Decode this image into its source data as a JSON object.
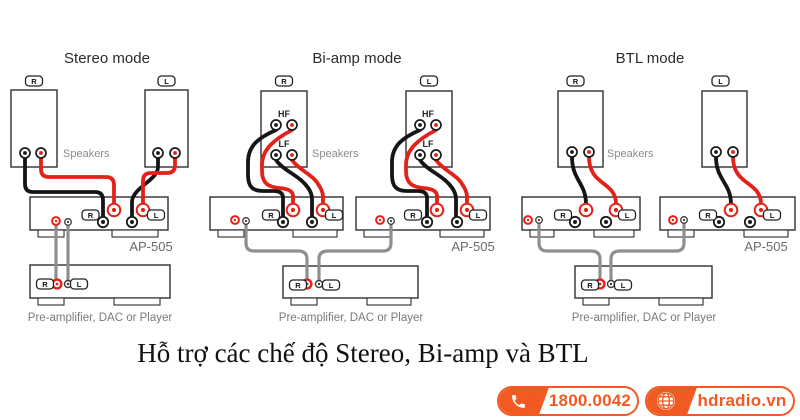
{
  "labels": {
    "r": "R",
    "l": "L",
    "hf": "HF",
    "lf": "LF",
    "speakers": "Speakers",
    "amp_model": "AP-505",
    "source": "Pre-amplifier, DAC or Player"
  },
  "panels": {
    "stereo": {
      "title": "Stereo mode"
    },
    "biamp": {
      "title": "Bi-amp mode"
    },
    "btl": {
      "title": "BTL mode"
    }
  },
  "caption": "Hỗ trợ các chế độ Stereo, Bi-amp và BTL",
  "footer": {
    "phone": "1800.0042",
    "website": "hdradio.vn"
  },
  "colors": {
    "accent_orange": "#F15A22",
    "wire_red": "#E32119",
    "wire_black": "#151515",
    "cable_gray": "#8F8F8F"
  }
}
